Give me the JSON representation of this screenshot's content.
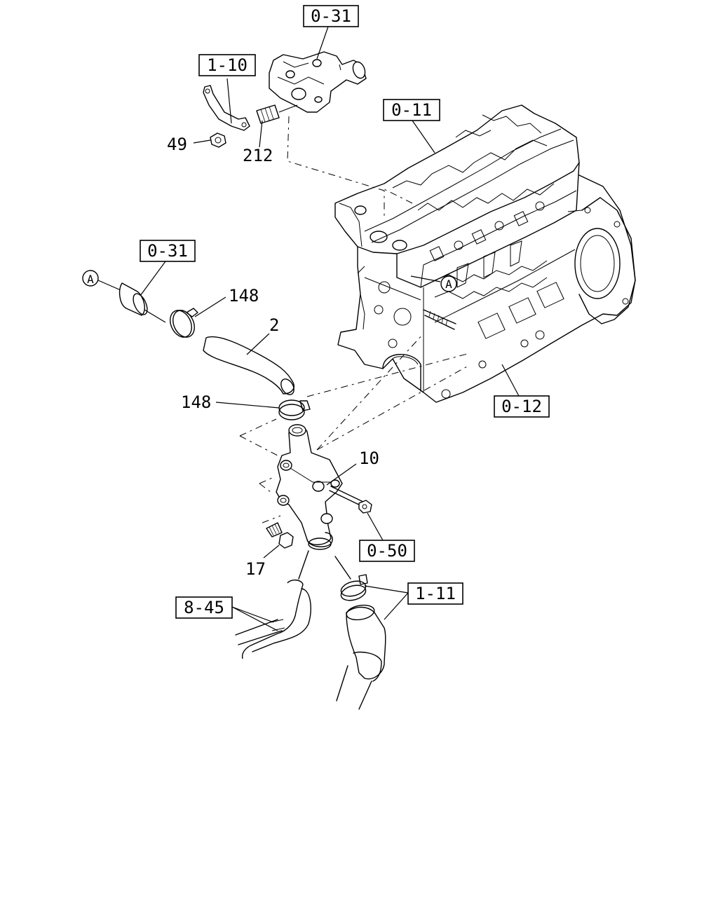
{
  "references": {
    "thermostat_housing_top": "0-31",
    "bracket": "1-10",
    "cylinder_head": "0-11",
    "hose_pipe": "0-31",
    "cylinder_block": "0-12",
    "nut_ref": "0-50",
    "lower_hose": "1-11",
    "heater_hose": "8-45"
  },
  "callouts": {
    "nut_49": "49",
    "stud_212": "212",
    "clamp_148_upper": "148",
    "hose_2": "2",
    "clamp_148_lower": "148",
    "housing_10": "10",
    "bolt_17": "17"
  },
  "markers": {
    "a_left": "A",
    "a_engine": "A"
  }
}
